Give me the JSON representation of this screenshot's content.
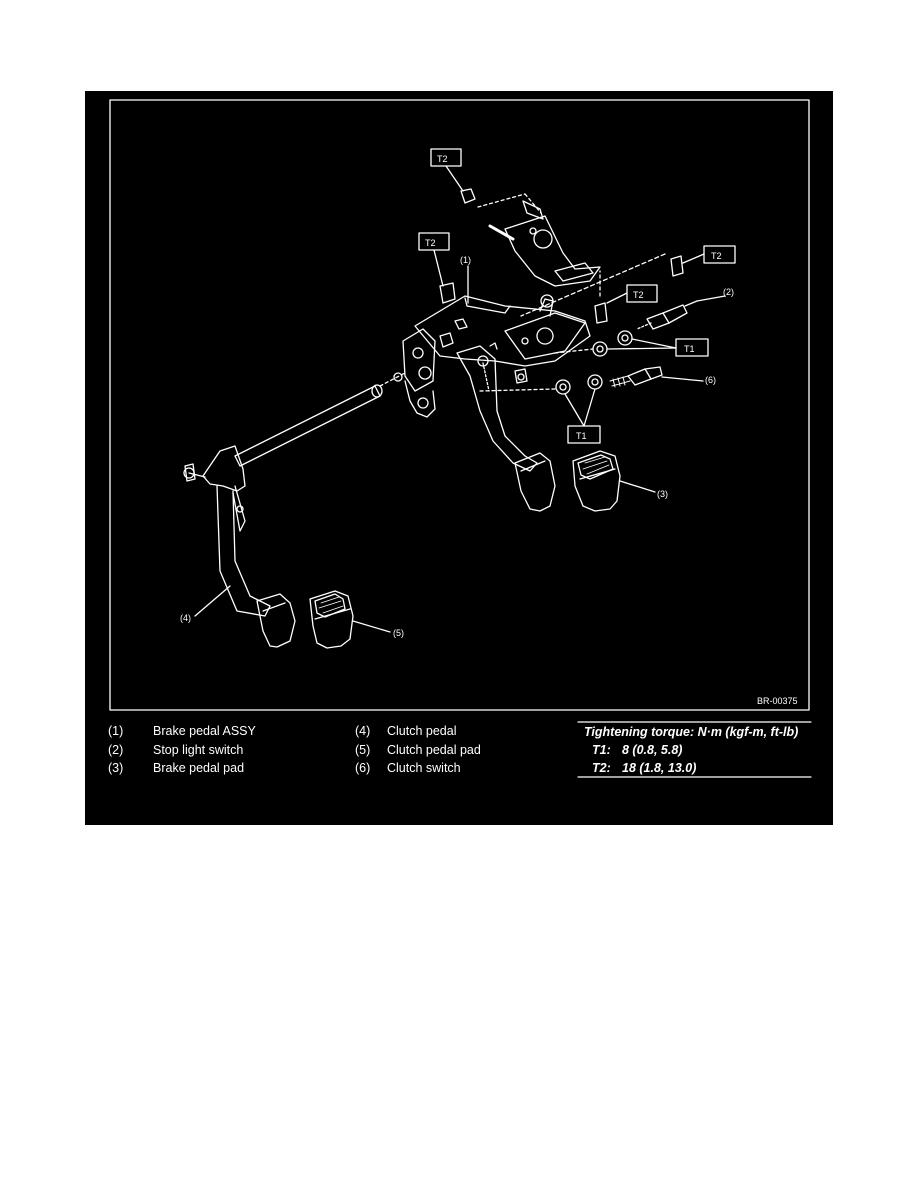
{
  "figure": {
    "code": "BR-00375",
    "callouts": {
      "c1": "(1)",
      "c2": "(2)",
      "c3": "(3)",
      "c4": "(4)",
      "c5": "(5)",
      "c6": "(6)"
    },
    "torque_tags": {
      "t2_top": "T2",
      "t2_left": "T2",
      "t2_right": "T2",
      "t2_mid": "T2",
      "t1_right": "T1",
      "t1_bottom": "T1"
    }
  },
  "legend": {
    "items": [
      {
        "num": "(1)",
        "label": "Brake pedal ASSY"
      },
      {
        "num": "(2)",
        "label": "Stop light switch"
      },
      {
        "num": "(3)",
        "label": "Brake pedal pad"
      },
      {
        "num": "(4)",
        "label": "Clutch pedal"
      },
      {
        "num": "(5)",
        "label": "Clutch pedal pad"
      },
      {
        "num": "(6)",
        "label": "Clutch switch"
      }
    ],
    "torque_title": "Tightening torque: N·m (kgf-m, ft-lb)",
    "torque_values": [
      {
        "key": "T1:",
        "value": "8 (0.8, 5.8)"
      },
      {
        "key": "T2:",
        "value": "18 (1.8, 13.0)"
      }
    ]
  },
  "colors": {
    "background": "#000000",
    "line": "#ffffff"
  }
}
